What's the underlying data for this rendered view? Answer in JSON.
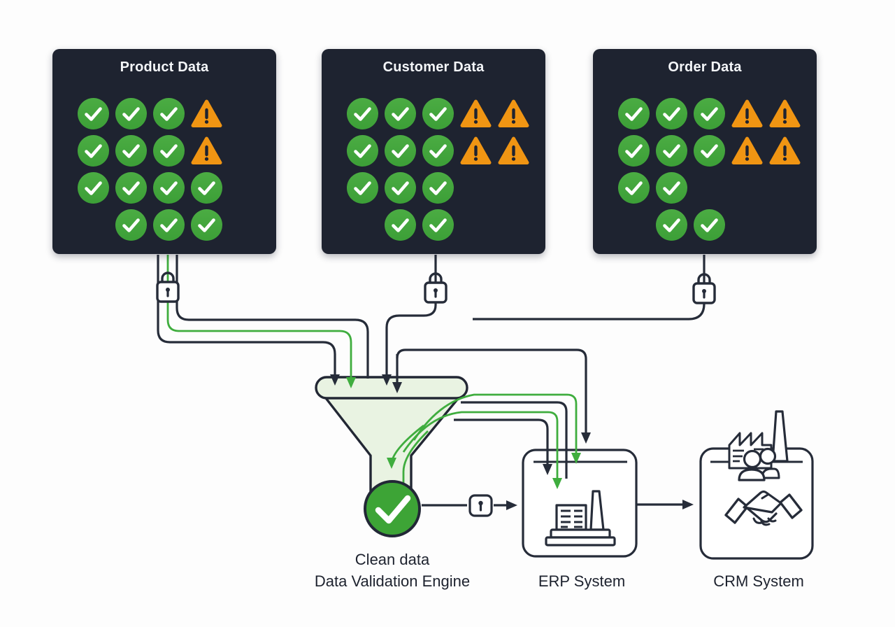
{
  "panels": [
    {
      "title": "Product Data",
      "grid": [
        [
          "check",
          "check",
          "check",
          "warn"
        ],
        [
          "check",
          "check",
          "check",
          "warn"
        ],
        [
          "check",
          "check",
          "check",
          "check"
        ],
        [
          "empty",
          "check",
          "check",
          "check"
        ]
      ]
    },
    {
      "title": "Customer Data",
      "grid": [
        [
          "check",
          "check",
          "check",
          "warn",
          "warn"
        ],
        [
          "check",
          "check",
          "check",
          "warn",
          "warn"
        ],
        [
          "check",
          "check",
          "check"
        ],
        [
          "empty",
          "check",
          "check"
        ]
      ]
    },
    {
      "title": "Order Data",
      "grid": [
        [
          "check",
          "check",
          "check",
          "warn",
          "warn"
        ],
        [
          "check",
          "check",
          "check",
          "warn",
          "warn"
        ],
        [
          "check",
          "check"
        ],
        [
          "empty",
          "check",
          "check"
        ]
      ]
    }
  ],
  "funnel": {
    "label_line1": "Clean data",
    "label_line2": "Data Validation Engine"
  },
  "systems": [
    {
      "label": "ERP System"
    },
    {
      "label": "CRM System"
    }
  ],
  "icons": {
    "check": "check-icon",
    "warn": "warning-icon",
    "lock": "lock-icon",
    "funnel": "funnel-icon",
    "clean_check": "check-circle-icon",
    "erp": "factory-icon",
    "crm": "handshake-icon"
  },
  "colors": {
    "green": "#3fa83c",
    "green_line": "#3fad3e",
    "orange": "#f09513",
    "dark_line": "#262c39",
    "panel_bg": "#1e2330",
    "panel_text": "#f4f6f9",
    "label_text": "#1d222e",
    "funnel_fill": "#e9f3e2",
    "big_check_green": "#3da436"
  }
}
